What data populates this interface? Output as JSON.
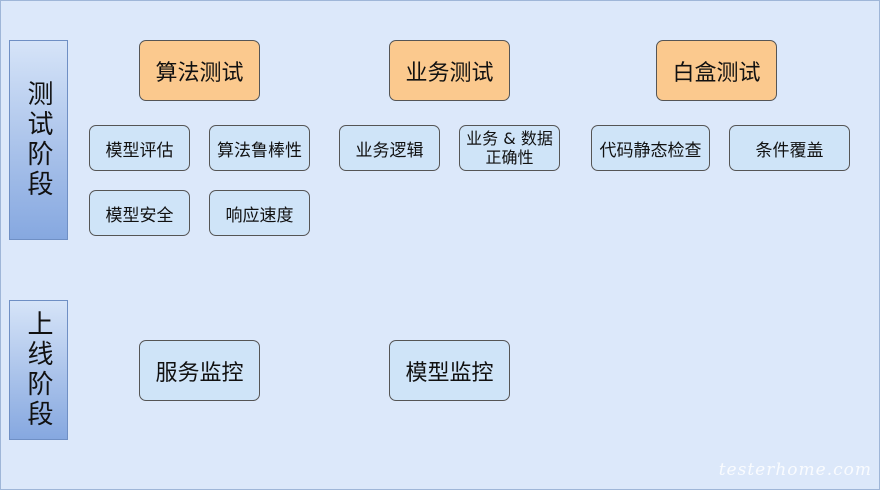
{
  "stages": {
    "testing": "测试阶段",
    "online": "上线阶段"
  },
  "categories": {
    "algorithm_test": "算法测试",
    "business_test": "业务测试",
    "whitebox_test": "白盒测试"
  },
  "items": {
    "model_eval": "模型评估",
    "algo_robustness": "算法鲁棒性",
    "model_security": "模型安全",
    "response_speed": "响应速度",
    "business_logic": "业务逻辑",
    "business_data_line1": "业务 & 数据",
    "business_data_line2": "正确性",
    "static_code_check": "代码静态检查",
    "condition_coverage": "条件覆盖"
  },
  "monitoring": {
    "service_monitor": "服务监控",
    "model_monitor": "模型监控"
  },
  "watermark": "testerhome.com",
  "colors": {
    "background": "#dce8fa",
    "category_fill": "#fbc98e",
    "item_fill": "#cfe4f8",
    "stage_gradient_end": "#86a8e0"
  }
}
